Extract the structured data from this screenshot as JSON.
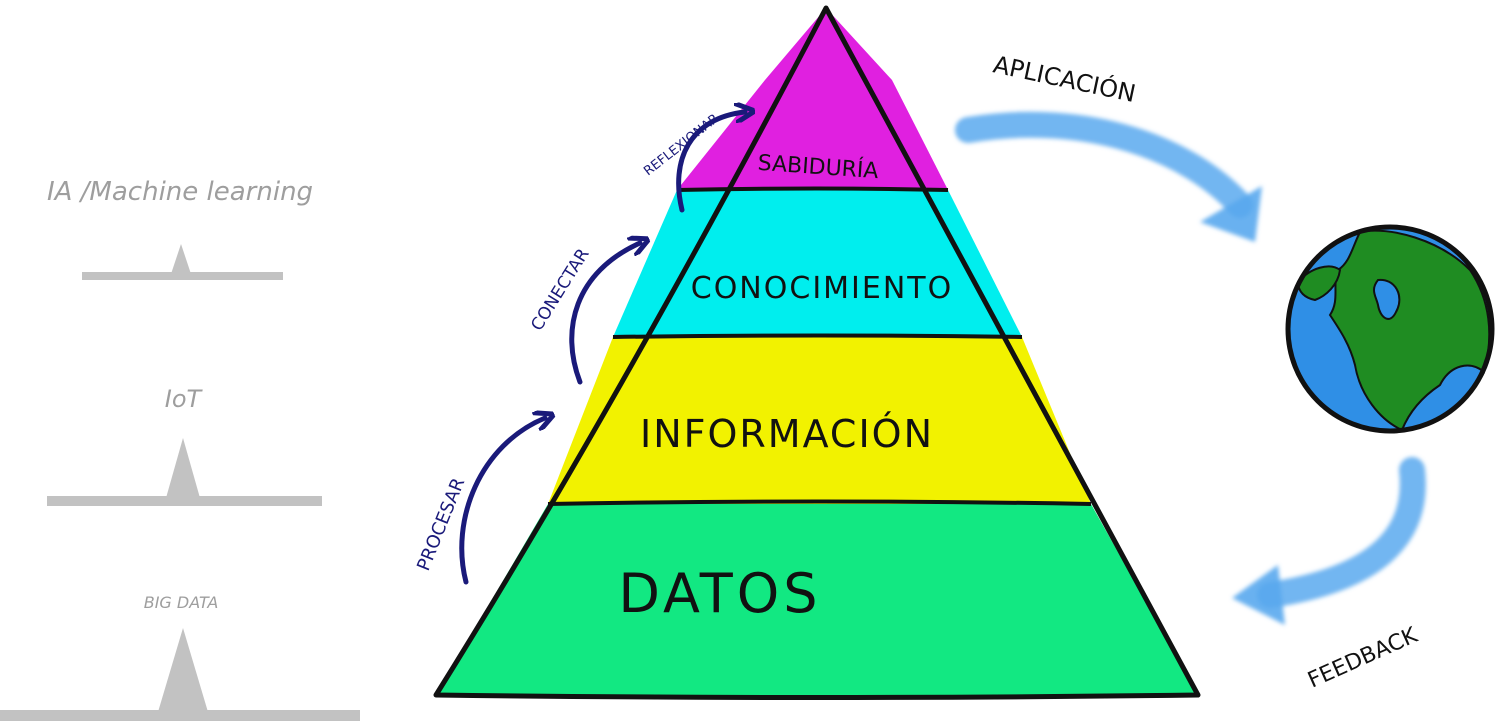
{
  "side_labels": {
    "ai": "IA /Machine learning",
    "iot": "IoT",
    "big_data": "BIG DATA"
  },
  "pyramid": {
    "levels": [
      {
        "label": "SABIDURÍA",
        "color": "#e020e0"
      },
      {
        "label": "CONOCIMIENTO",
        "color": "#00eeee"
      },
      {
        "label": "INFORMACIÓN",
        "color": "#f2f200"
      },
      {
        "label": "DATOS",
        "color": "#12e882"
      }
    ]
  },
  "steps": {
    "procesar": "PROCESAR",
    "conectar": "CONECTAR",
    "reflexionar": "REFLEXIONAR"
  },
  "cycle": {
    "aplicacion": "APLICACIÓN",
    "feedback": "FEEDBACK"
  },
  "colors": {
    "side_label": "#9e9e9e",
    "platform": "#c2c2c2",
    "step_arrow": "#1a1a7a",
    "cycle_arrow": "#5aa9ee",
    "globe_ocean": "#2f8fe6",
    "globe_land": "#1f8c22"
  }
}
